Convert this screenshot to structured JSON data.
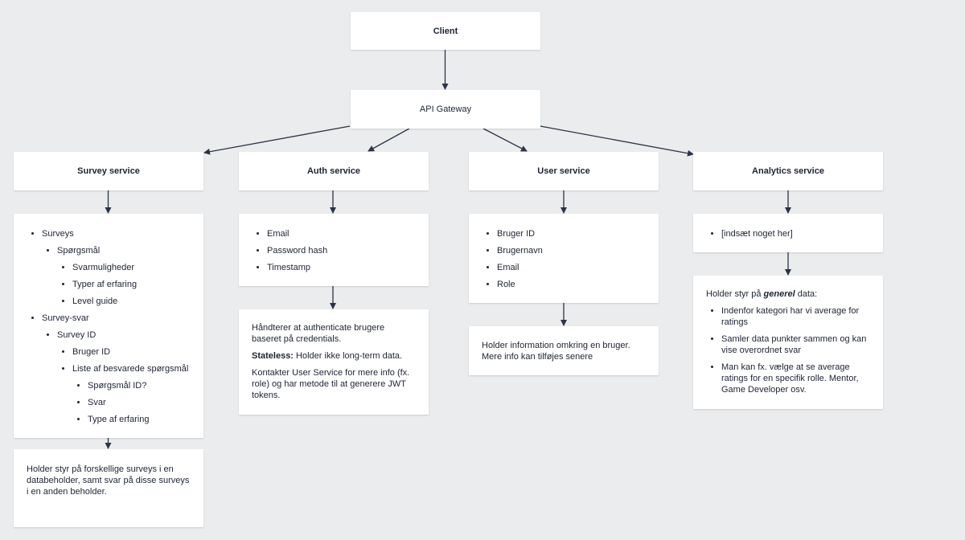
{
  "client": {
    "label": "Client"
  },
  "gateway": {
    "label": "API Gateway"
  },
  "survey": {
    "title": "Survey service",
    "items": {
      "surveys": "Surveys",
      "spoergsmaal": "Spørgsmål",
      "svarmuligheder": "Svarmuligheder",
      "typer": "Typer af erfaring",
      "level": "Level guide",
      "survey_svar": "Survey-svar",
      "survey_id": "Survey ID",
      "bruger_id": "Bruger ID",
      "liste": "Liste af besvarede spørgsmål",
      "spoergsmaal_id": "Spørgsmål ID?",
      "svar": "Svar",
      "type": "Type af erfaring"
    },
    "description": "Holder styr på forskellige surveys i en databeholder, samt svar på disse surveys i en anden beholder."
  },
  "auth": {
    "title": "Auth service",
    "items": [
      "Email",
      "Password hash",
      "Timestamp"
    ],
    "description_1": "Håndterer at authenticate brugere baseret på credentials.",
    "stateless_label": "Stateless:",
    "stateless_text": " Holder ikke long-term data.",
    "description_3": "Kontakter User Service for mere info (fx. role) og har metode til at generere JWT tokens."
  },
  "user": {
    "title": "User service",
    "items": [
      "Bruger ID",
      "Brugernavn",
      "Email",
      "Role"
    ],
    "description": "Holder information omkring en bruger. Mere info kan tilføjes senere"
  },
  "analytics": {
    "title": "Analytics service",
    "items": [
      "[indsæt noget her]"
    ],
    "intro_pre": "Holder styr på ",
    "intro_em": "generel",
    "intro_post": " data:",
    "points": [
      "Indenfor kategori har vi average for ratings",
      "Samler data punkter sammen og kan vise overordnet svar",
      "Man kan fx. vælge at se average ratings for en specifik rolle. Mentor, Game Developer osv."
    ]
  },
  "colors": {
    "background": "#ebecee",
    "box": "#ffffff",
    "connector": "#2b3345",
    "text": "#1e2433"
  }
}
